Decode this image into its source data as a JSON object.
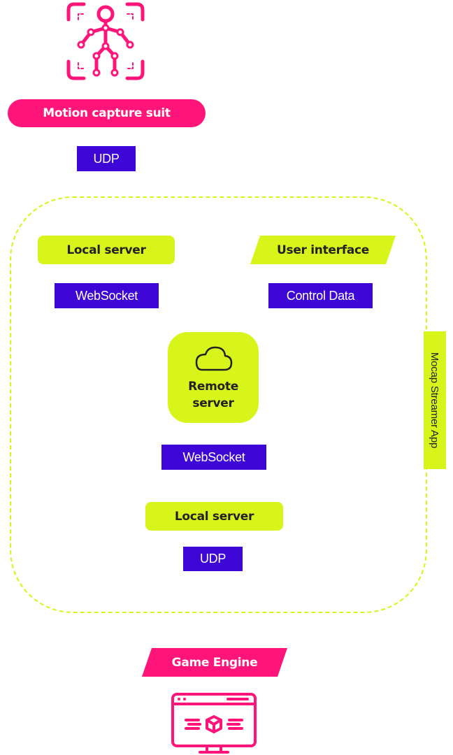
{
  "colors": {
    "magenta": "#ff157a",
    "lime": "#d8f51b",
    "purple": "#3d06d6",
    "dashed_border": "#d8f51b",
    "dark_text": "#222222",
    "white": "#ffffff"
  },
  "icons": {
    "top": "motion-capture-figure-icon",
    "cloud": "cloud-icon",
    "bottom": "game-engine-monitor-icon"
  },
  "nodes": {
    "motion_capture_suit": "Motion capture suit",
    "local_server_top": "Local server",
    "user_interface": "User interface",
    "remote_server": "Remote\nserver",
    "local_server_bottom": "Local server",
    "game_engine": "Game Engine"
  },
  "connections": {
    "udp_top": "UDP",
    "websocket_left": "WebSocket",
    "control_data": "Control Data",
    "websocket_center": "WebSocket",
    "udp_bottom": "UDP"
  },
  "app_container": {
    "label": "Mocap Streamer App"
  }
}
